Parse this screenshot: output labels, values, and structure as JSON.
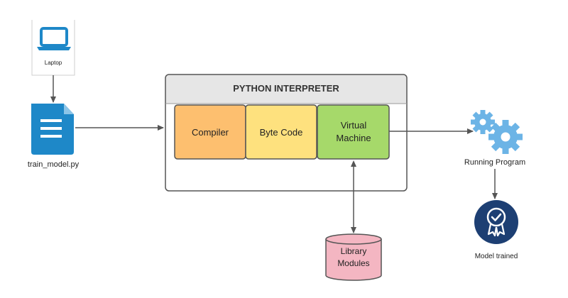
{
  "laptop": {
    "label": "Laptop",
    "icon": "laptop-icon"
  },
  "script_file": {
    "label": "train_model.py",
    "icon": "document-icon"
  },
  "interpreter": {
    "title": "PYTHON INTERPRETER",
    "stages": [
      {
        "label": "Compiler",
        "color": "#fdbf6f"
      },
      {
        "label": "Byte Code",
        "color": "#fee17e"
      },
      {
        "label": "Virtual Machine",
        "color": "#a6d96a"
      }
    ]
  },
  "library": {
    "label": "Library Modules",
    "color": "#f4b6c2",
    "icon": "database-icon"
  },
  "running": {
    "label": "Running Program",
    "icon": "gears-icon",
    "color": "#6cb4e6"
  },
  "result": {
    "label": "Model trained",
    "icon": "award-badge-icon",
    "color": "#1d3f73"
  },
  "colors": {
    "accent": "#1e88c8",
    "arrow": "#555555",
    "header": "#e6e6e6"
  }
}
